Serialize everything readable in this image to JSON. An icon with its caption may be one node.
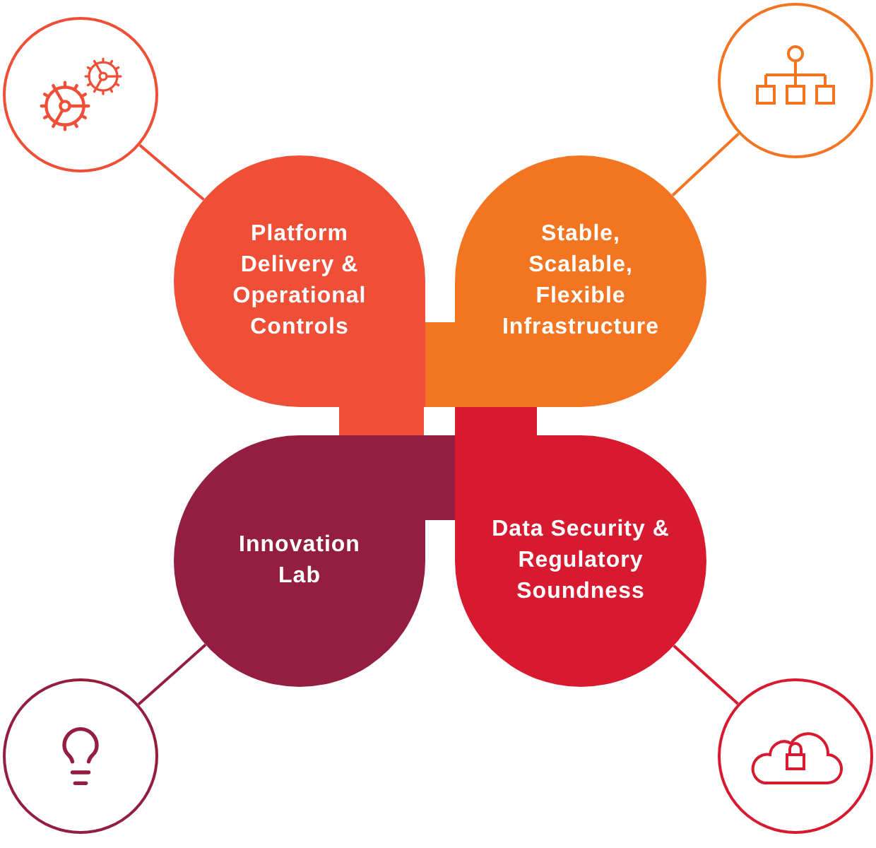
{
  "diagram": {
    "nodes": [
      {
        "text": [],
        "shape": "circle"
      },
      {
        "text": [],
        "shape": "circle"
      },
      {
        "text": [
          "Platform Delivery & Operational Controls"
        ]
      },
      {
        "text": [
          "Stable, Scalable, Flexible Infrastructure"
        ]
      },
      {
        "text": [
          "Innovation Lab"
        ]
      },
      {
        "text": [
          "Data Security & Regulatory Soundness"
        ]
      },
      {
        "text": [],
        "shape": "circle"
      },
      {
        "text": [],
        "shape": "circle"
      }
    ],
    "edges": [
      {
        "from": 0,
        "to": 2,
        "arrow": "none",
        "color": "#ef4e37"
      },
      {
        "from": 1,
        "to": 3,
        "arrow": "none",
        "color": "#f47521"
      },
      {
        "from": 6,
        "to": 4,
        "arrow": "none",
        "color": "#931e41"
      },
      {
        "from": 7,
        "to": 5,
        "arrow": "none",
        "color": "#d71a30"
      }
    ]
  }
}
